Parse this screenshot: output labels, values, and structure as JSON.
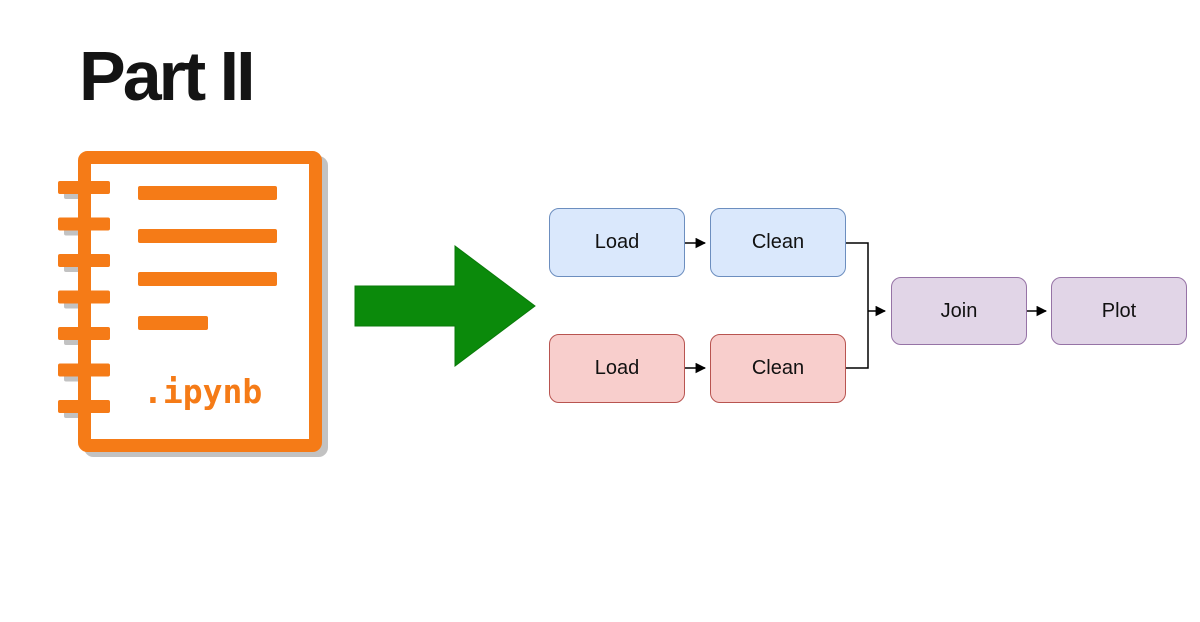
{
  "slide": {
    "title": "Part II"
  },
  "notebook": {
    "extension_label": ".ipynb",
    "color": "#f57b17",
    "shadow_color": "#bcbcbc",
    "text_line_count": 4,
    "binding_ring_count": 7
  },
  "transform_arrow": {
    "color": "#0b8a0b"
  },
  "flowchart": {
    "nodes": [
      {
        "id": "load-top",
        "label": "Load",
        "fill": "#dae8fc",
        "border": "#6c8ebf"
      },
      {
        "id": "clean-top",
        "label": "Clean",
        "fill": "#dae8fc",
        "border": "#6c8ebf"
      },
      {
        "id": "load-bottom",
        "label": "Load",
        "fill": "#f8cecc",
        "border": "#b85450"
      },
      {
        "id": "clean-bottom",
        "label": "Clean",
        "fill": "#f8cecc",
        "border": "#b85450"
      },
      {
        "id": "join",
        "label": "Join",
        "fill": "#e1d5e7",
        "border": "#9673a6"
      },
      {
        "id": "plot",
        "label": "Plot",
        "fill": "#e1d5e7",
        "border": "#9673a6"
      }
    ],
    "edges": [
      {
        "from": "load-top",
        "to": "clean-top"
      },
      {
        "from": "load-bottom",
        "to": "clean-bottom"
      },
      {
        "from": "clean-top",
        "to": "join"
      },
      {
        "from": "clean-bottom",
        "to": "join"
      },
      {
        "from": "join",
        "to": "plot"
      }
    ],
    "edge_color": "#000000"
  }
}
